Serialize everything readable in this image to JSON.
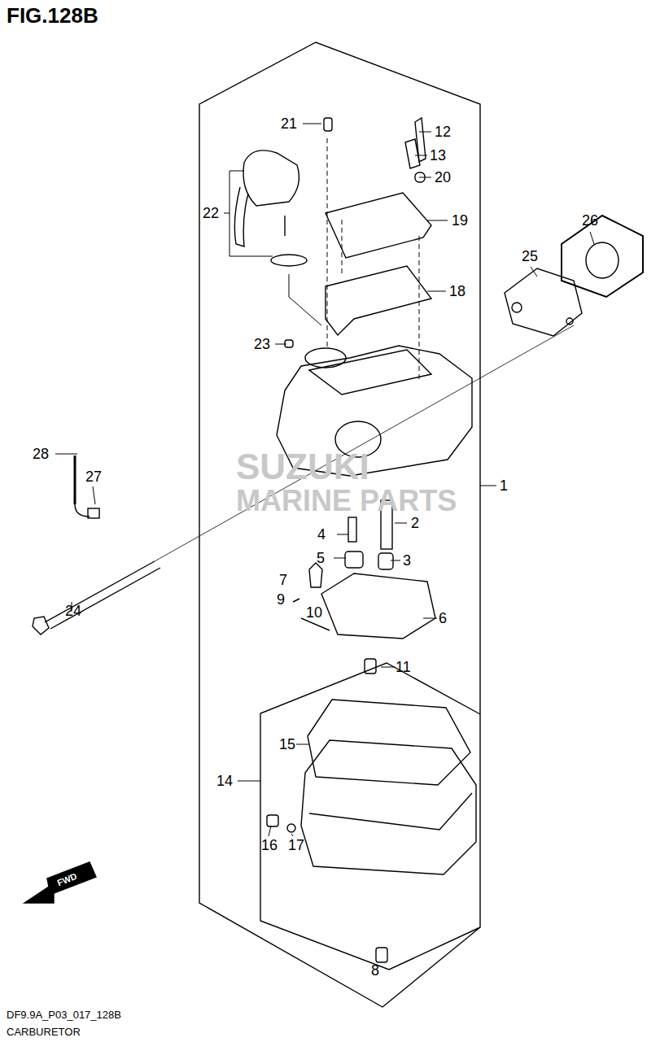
{
  "diagram": {
    "title": "FIG.128B",
    "caption": "CARBURETOR",
    "labels": [
      "21",
      "12",
      "13",
      "20",
      "22",
      "19",
      "26",
      "25",
      "18",
      "23",
      "SUZUKI",
      "MARINE PARTS",
      "28",
      "27",
      "1",
      "2",
      "4",
      "5",
      "3",
      "7",
      "9",
      "10",
      "6",
      "24",
      "11",
      "15",
      "14",
      "16",
      "17",
      "FWD",
      "8",
      "DF9.9A_P03_017_128B"
    ]
  }
}
